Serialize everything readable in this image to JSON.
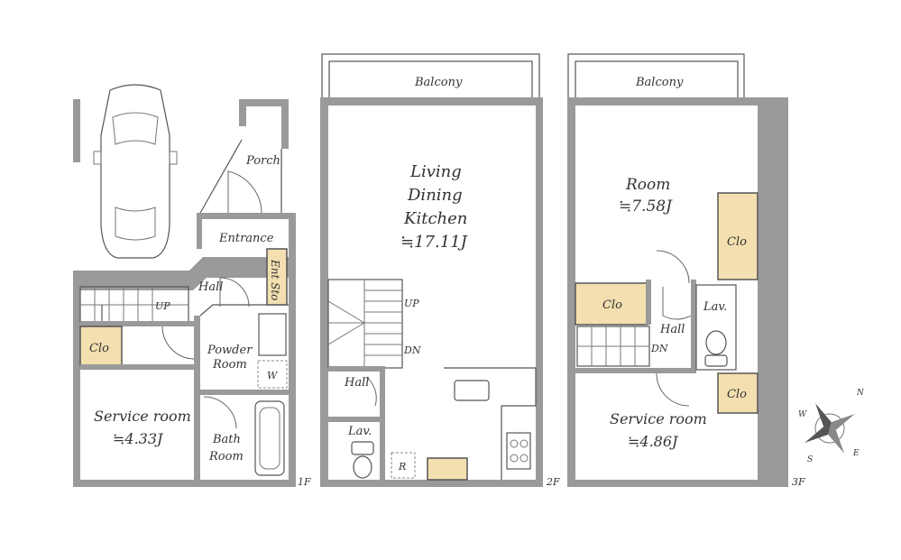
{
  "floor1": {
    "label": "1F",
    "porch": "Porch",
    "entrance": "Entrance",
    "ent_sto": "Ent Sto",
    "hall": "Hall",
    "up": "UP",
    "clo": "Clo",
    "powder_room_1": "Powder",
    "powder_room_2": "Room",
    "washer": "W",
    "bath_1": "Bath",
    "bath_2": "Room",
    "service_room": "Service room",
    "service_room_size": "≒4.33J"
  },
  "floor2": {
    "label": "2F",
    "balcony": "Balcony",
    "ldk_1": "Living",
    "ldk_2": "Dining",
    "ldk_3": "Kitchen",
    "ldk_size": "≒17.11J",
    "up": "UP",
    "dn": "DN",
    "hall": "Hall",
    "lav": "Lav.",
    "fridge": "R"
  },
  "floor3": {
    "label": "3F",
    "balcony": "Balcony",
    "room": "Room",
    "room_size": "≒7.58J",
    "clo_a": "Clo",
    "clo_b": "Clo",
    "clo_c": "Clo",
    "hall": "Hall",
    "lav": "Lav.",
    "dn": "DN",
    "service_room": "Service room",
    "service_room_size": "≒4.86J"
  },
  "compass": {
    "n": "N",
    "s": "S",
    "e": "E",
    "w": "W"
  },
  "colors": {
    "wall": "#9a9a9a",
    "closet": "#f3dfb0",
    "text": "#333333"
  }
}
